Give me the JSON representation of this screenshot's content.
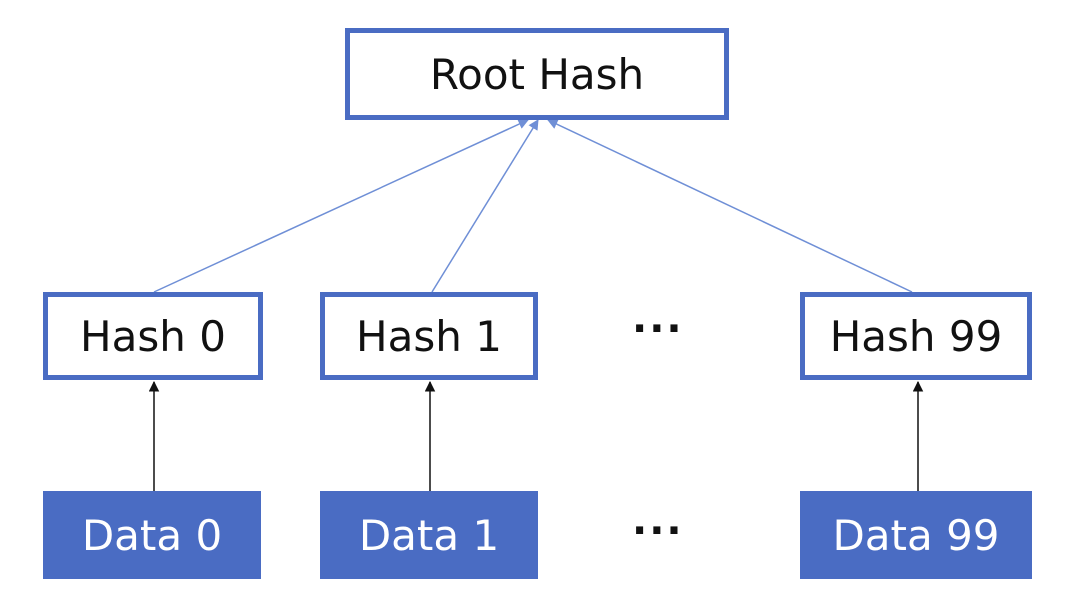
{
  "root": {
    "label": "Root Hash"
  },
  "hashes": [
    {
      "label": "Hash 0"
    },
    {
      "label": "Hash 1"
    },
    {
      "label": "Hash 99"
    }
  ],
  "data_blocks": [
    {
      "label": "Data 0"
    },
    {
      "label": "Data 1"
    },
    {
      "label": "Data 99"
    }
  ],
  "ellipsis": {
    "hash_row": "···",
    "data_row": "···"
  },
  "colors": {
    "accent": "#4a6cc3",
    "edge_to_root": "#6f8fd6",
    "edge_data": "#111111",
    "text": "#111111",
    "data_text": "#ffffff"
  }
}
